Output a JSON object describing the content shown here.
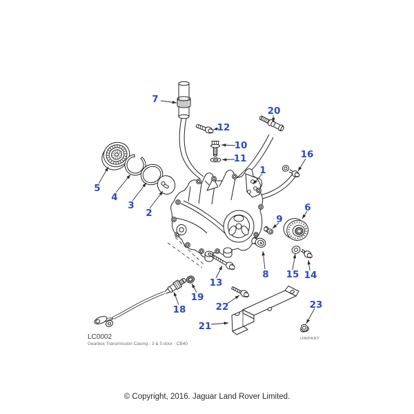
{
  "diagram": {
    "code": "LC0002",
    "caption": "Gearbox Transmission Casing - 3 & 5 door - CB40",
    "watermark": "UNIPART"
  },
  "copyright": "© Copyright, 2016. Jaguar Land Rover Limited.",
  "colors": {
    "callout_blue": "#2b49c6",
    "line_ink": "#222222",
    "background": "#ffffff"
  },
  "callouts": {
    "c1": "1",
    "c2": "2",
    "c3": "3",
    "c4": "4",
    "c5": "5",
    "c6": "6",
    "c7": "7",
    "c8": "8",
    "c9": "9",
    "c10": "10",
    "c11": "11",
    "c12": "12",
    "c13": "13",
    "c14": "14",
    "c15": "15",
    "c16": "16",
    "c18": "18",
    "c19": "19",
    "c20": "20",
    "c21": "21",
    "c22": "22",
    "c23": "23"
  }
}
